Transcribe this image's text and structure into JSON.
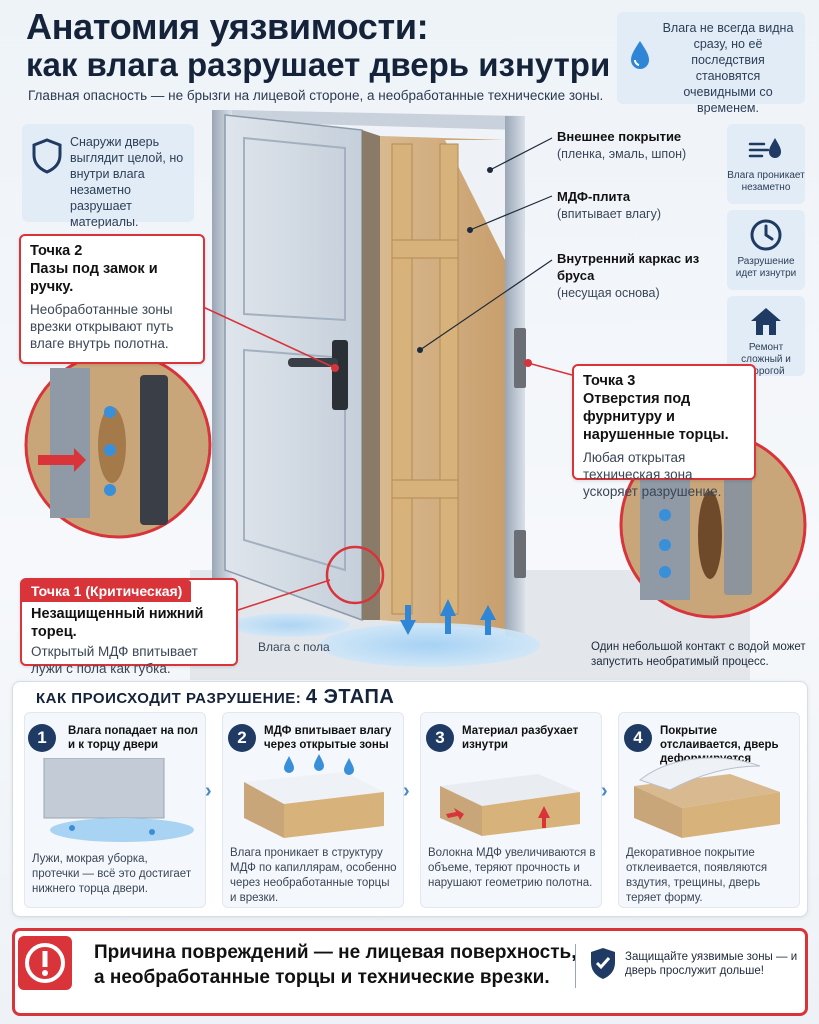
{
  "header": {
    "title_line1": "Анатомия уязвимости:",
    "title_line2": "как влага разрушает дверь изнутри",
    "subtitle": "Главная опасность — не брызги на лицевой стороне, а необработанные технические зоны."
  },
  "info_top_right": {
    "icon": "water-drop-icon",
    "text": "Влага не всегда видна сразу, но её последствия становятся очевидными со временем."
  },
  "info_left": {
    "icon": "shield-icon",
    "text": "Снаружи дверь выглядит целой, но внутри влага незаметно разрушает материалы."
  },
  "callouts": {
    "point2": {
      "title": "Точка 2",
      "heading": "Пазы под замок и ручку.",
      "text": "Необработанные зоны врезки открывают путь влаге внутрь полотна."
    },
    "point3": {
      "title": "Точка 3",
      "heading": "Отверстия под фурнитуру и нарушенные торцы.",
      "text": "Любая открытая техническая зона ускоряет разрушение."
    },
    "point1": {
      "title": "Точка 1 (Критическая)",
      "heading": "Незащищенный нижний торец.",
      "text": "Открытый МДФ впитывает лужи с пола как губка."
    }
  },
  "layers": [
    {
      "title": "Внешнее покрытие",
      "sub": "(пленка, эмаль, шпон)"
    },
    {
      "title": "МДФ-плита",
      "sub": "(впитывает влагу)"
    },
    {
      "title": "Внутренний каркас из бруса",
      "sub": "(несущая основа)"
    }
  ],
  "features": [
    {
      "icon": "wind-drop-icon",
      "label": "Влага проникает незаметно"
    },
    {
      "icon": "clock-icon",
      "label": "Разрушение идет изнутри"
    },
    {
      "icon": "house-icon",
      "label": "Ремонт сложный и дорогой"
    }
  ],
  "floor_label": "Влага с пола",
  "note_right": "Один небольшой контакт с водой может запустить необратимый процесс.",
  "stages": {
    "title_prefix": "КАК ПРОИСХОДИТ РАЗРУШЕНИЕ:",
    "title_count": "4 ЭТАПА",
    "items": [
      {
        "num": "1",
        "title": "Влага попадает на пол и к торцу двери",
        "desc": "Лужи, мокрая уборка, протечки — всё это достигает нижнего торца двери."
      },
      {
        "num": "2",
        "title": "МДФ впитывает влагу через открытые зоны",
        "desc": "Влага проникает в структуру МДФ по капиллярам, особенно через необработанные торцы и врезки."
      },
      {
        "num": "3",
        "title": "Материал разбухает изнутри",
        "desc": "Волокна МДФ увеличиваются в объеме, теряют прочность и нарушают геометрию полотна."
      },
      {
        "num": "4",
        "title": "Покрытие отслаивается, дверь деформируется",
        "desc": "Декоративное покрытие отклеивается, появляются вздутия, трещины, дверь теряет форму."
      }
    ]
  },
  "banner": {
    "line1": "Причина повреждений — не лицевая поверхность,",
    "line2": "а необработанные торцы и технические врезки.",
    "side_text": "Защищайте уязвимые зоны — и дверь прослужит дольше!"
  },
  "colors": {
    "accent_red": "#d8343a",
    "navy": "#1f3b63",
    "water": "#3a8fd9"
  }
}
